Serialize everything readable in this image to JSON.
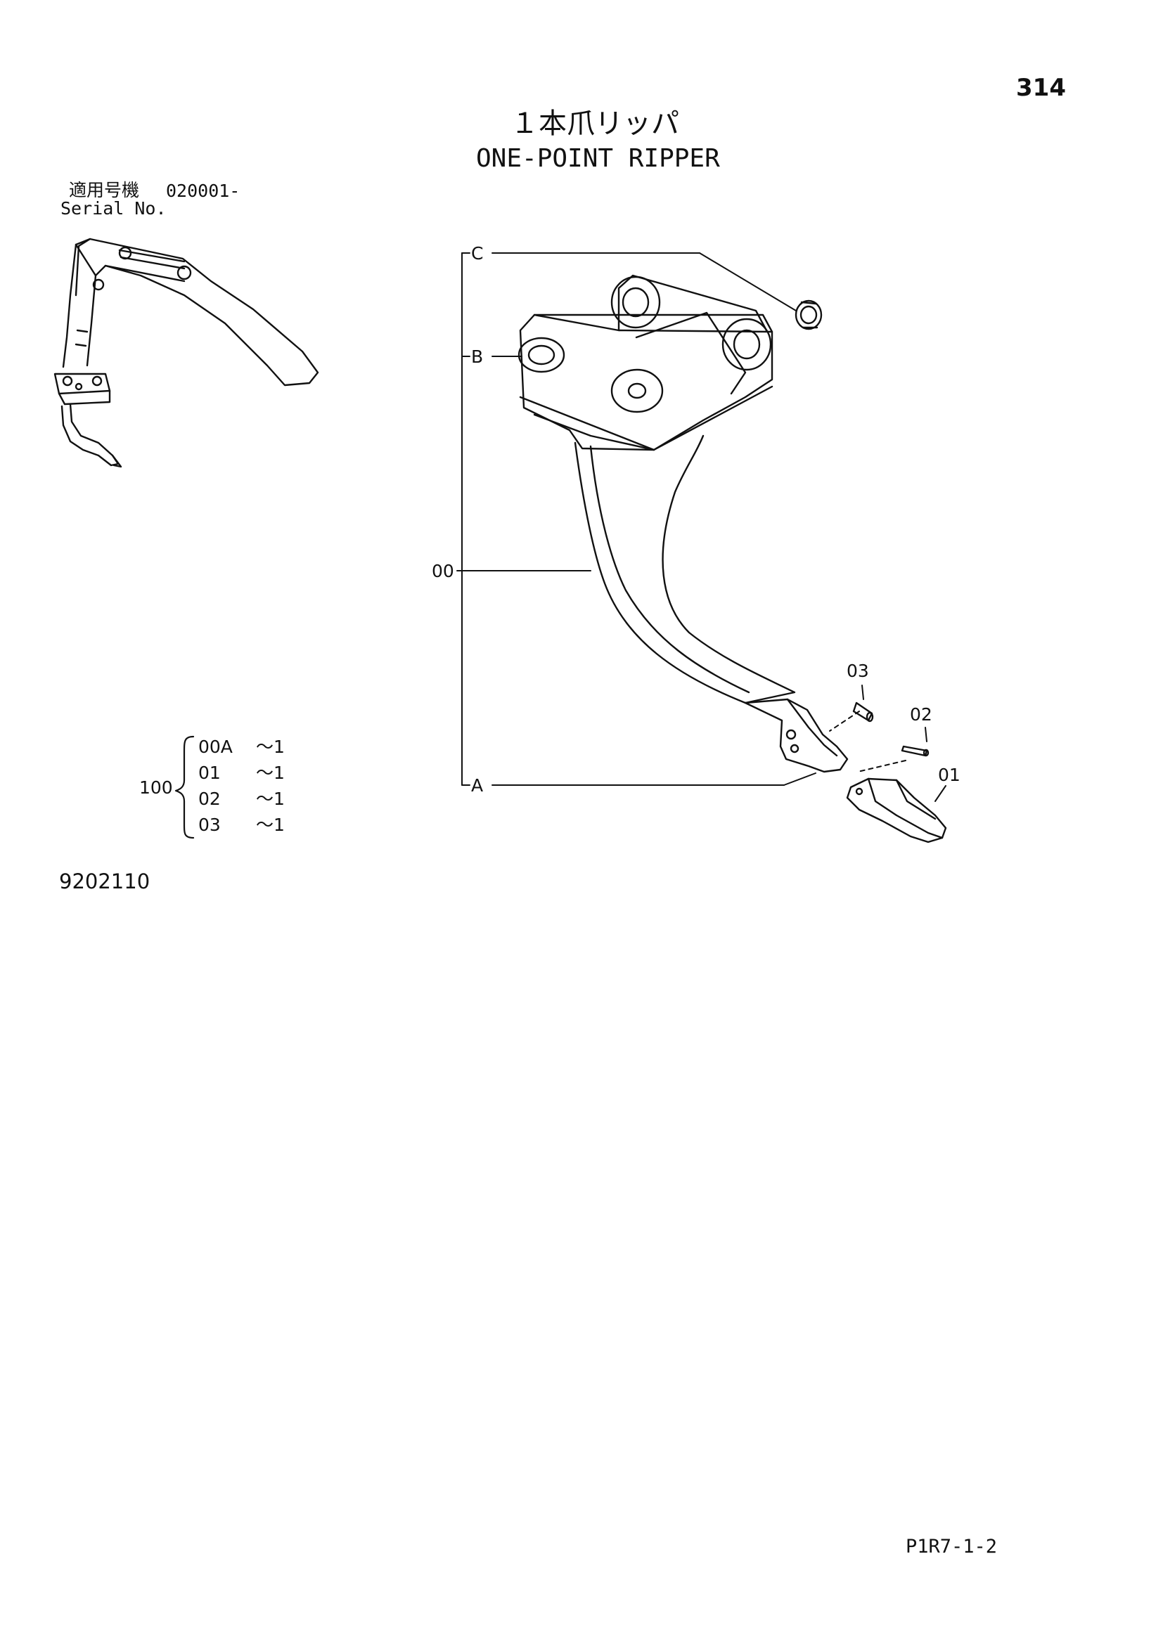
{
  "page_number": "314",
  "title": {
    "japanese": "１本爪リッパ",
    "english": "ONE-POINT RIPPER"
  },
  "serial": {
    "label_jp": "適用号機",
    "value": "020001-",
    "label_en": "Serial No."
  },
  "callouts": {
    "c": "C",
    "b": "B",
    "a": "A",
    "p00": "00",
    "p01": "01",
    "p02": "02",
    "p03": "03"
  },
  "kit": {
    "number": "100",
    "items": [
      {
        "part": "00A",
        "qty": "～1"
      },
      {
        "part": "01",
        "qty": "～1"
      },
      {
        "part": "02",
        "qty": "～1"
      },
      {
        "part": "03",
        "qty": "～1"
      }
    ]
  },
  "document_number": "9202110",
  "page_code": "P1R7-1-2",
  "icons": [
    "excavator-arm-thumbnail-icon",
    "ripper-shank-drawing-icon",
    "ripper-point-drawing-icon",
    "pin-drawing-icon",
    "bushing-ring-drawing-icon"
  ]
}
